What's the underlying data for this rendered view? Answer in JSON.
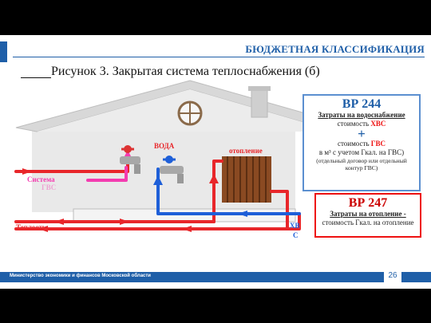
{
  "header": {
    "title": "БЮДЖЕТНАЯ КЛАССИФИКАЦИЯ"
  },
  "figure": {
    "title": "Рисунок 3. Закрытая система теплоснабжения (б)"
  },
  "diagram": {
    "labels": {
      "water": "ВОДА",
      "heating": "отопление",
      "system": "Система",
      "system_tail": "ГВС",
      "heat": "Теплоеть",
      "cold_water": "ХВ",
      "cold_water_tail": "С"
    },
    "colors": {
      "hot": "#e8262a",
      "cold": "#1e5fd8",
      "accent": "#1f5fa8",
      "pink": "#f43cb0"
    }
  },
  "box_vr244": {
    "code": "ВР 244",
    "line1": "Затраты на водоснабжение",
    "line2_prefix": "стоимость ",
    "line2_hl": "ХВС",
    "plus": "+",
    "line3_prefix": "стоимость ",
    "line3_hl": "ГВС",
    "line4": "в м³ с учетом Гкал. на ГВС)",
    "line5": "(отдельный договор или отдельный",
    "line6": "контур ГВС)"
  },
  "box_vr247": {
    "code": "ВР 247",
    "line1": "Затраты на отопление -",
    "line2": "стоимость Гкал. на отопление"
  },
  "footer": {
    "ministry": "Министерство экономики и финансов Московской области",
    "page": "26"
  }
}
